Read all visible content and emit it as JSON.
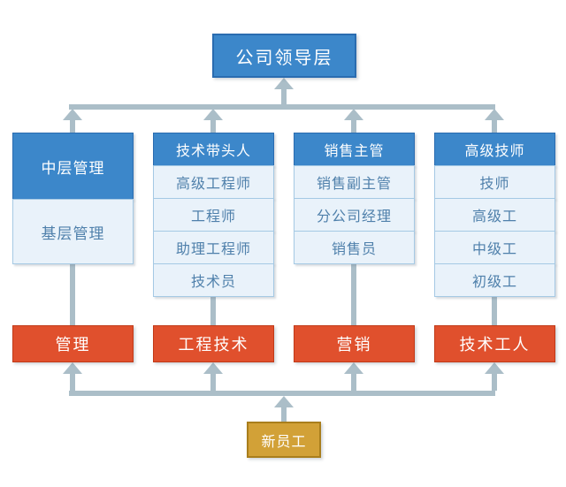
{
  "diagram": {
    "title_box": {
      "label": "公司领导层"
    },
    "columns": [
      {
        "header": "中层管理",
        "rows": [
          "基层管理"
        ],
        "category": "管理"
      },
      {
        "header": "技术带头人",
        "rows": [
          "高级工程师",
          "工程师",
          "助理工程师",
          "技术员"
        ],
        "category": "工程技术"
      },
      {
        "header": "销售主管",
        "rows": [
          "销售副主管",
          "分公司经理",
          "销售员"
        ],
        "category": "营销"
      },
      {
        "header": "高级技师",
        "rows": [
          "技师",
          "高级工",
          "中级工",
          "初级工"
        ],
        "category": "技术工人"
      }
    ],
    "entry_box": {
      "label": "新员工"
    },
    "colors": {
      "gray": "#abbec8",
      "blue_fill": "#3c87ca",
      "blue_border": "#2a6cb0",
      "light_fill": "#e9f2fa",
      "light_border": "#a5c9e4",
      "light_text": "#4f80ab",
      "red_fill": "#e0502d",
      "red_border": "#c13a18",
      "gold_fill": "#d2a137",
      "gold_border": "#a97e1c"
    }
  }
}
